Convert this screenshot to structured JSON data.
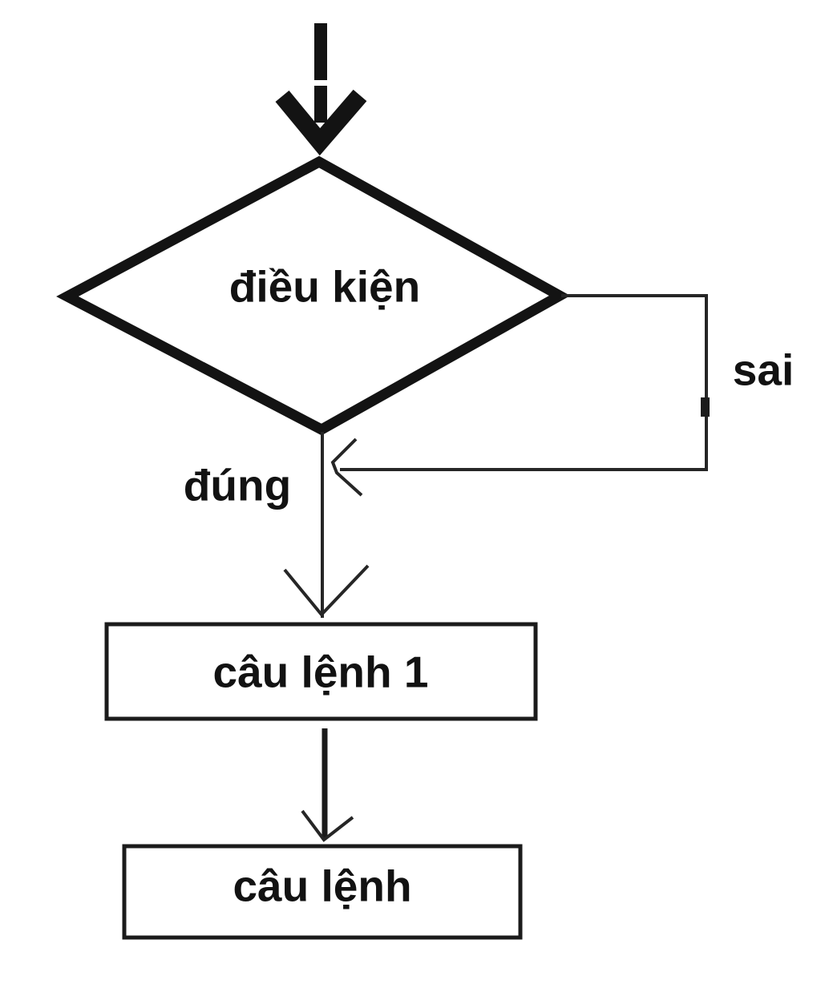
{
  "diagram": {
    "type": "flowchart",
    "background_color": "#ffffff",
    "ink_color": "#1a1a1a",
    "decision": {
      "shape": "diamond",
      "label": "điều kiện"
    },
    "branches": {
      "false_label": "sai",
      "true_label": "đúng"
    },
    "statements": [
      {
        "shape": "rect",
        "label": "câu lệnh 1"
      },
      {
        "shape": "rect",
        "label": "câu lệnh"
      }
    ],
    "icons": [
      "entry-arrow-down-icon",
      "loop-back-arrowhead-icon",
      "true-branch-arrowhead-icon",
      "next-statement-arrowhead-icon"
    ]
  }
}
